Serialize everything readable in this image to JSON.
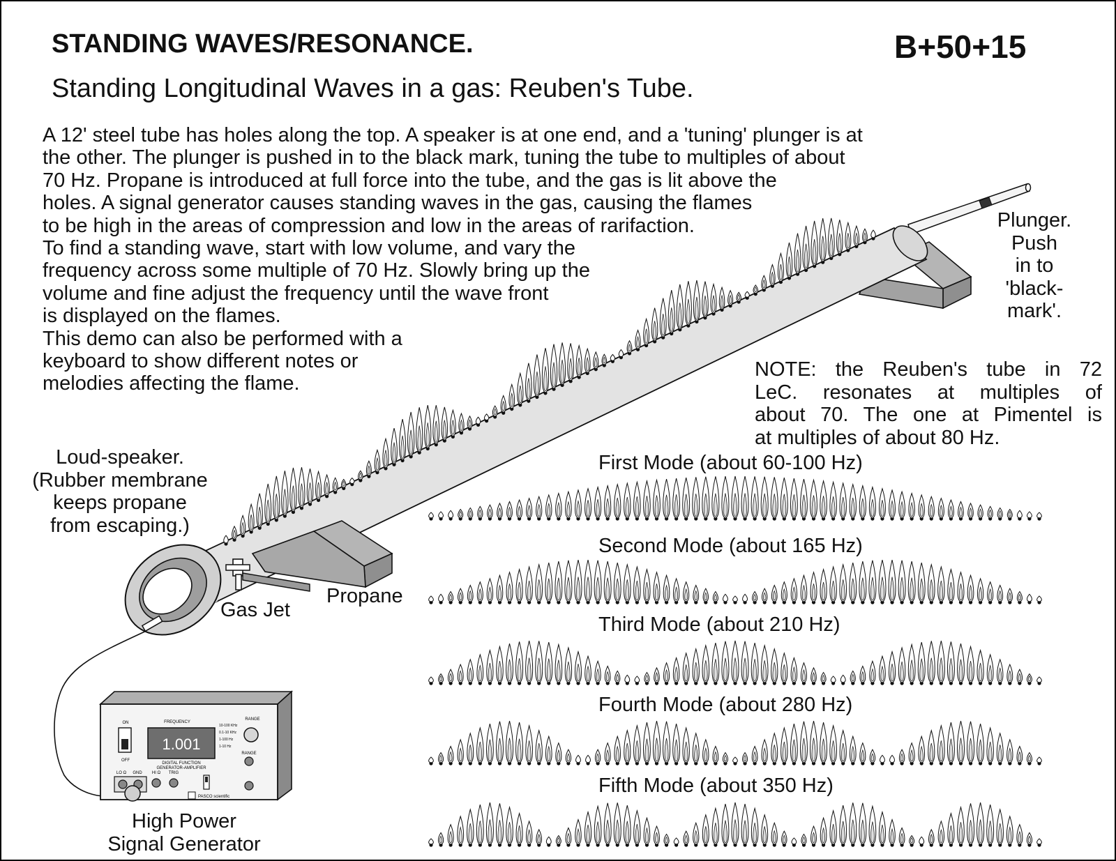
{
  "header": {
    "title": "STANDING WAVES/RESONANCE.",
    "code": "B+50+15",
    "subtitle": "Standing Longitudinal Waves in a gas: Reuben's Tube."
  },
  "description_lines": [
    "A 12' steel tube has holes along the top.  A speaker is at one end, and a 'tuning' plunger is at",
    "the other.  The plunger is pushed in to the black mark, tuning the tube to multiples of about",
    "70 Hz. Propane is introduced at full force into the tube, and the gas is lit above the",
    "holes. A signal generator causes standing waves in the gas, causing the flames",
    "to be high in the areas of compression and low in the areas of rarifaction.",
    "To find a standing  wave, start with low volume, and vary the",
    "frequency across some multiple of 70 Hz. Slowly bring up the",
    "volume and fine adjust the  frequency until the wave front",
    "is displayed on the flames.",
    "This demo can also be performed with a",
    "keyboard to show different notes or",
    "melodies affecting the flame."
  ],
  "note_lines": [
    "NOTE:  the Reuben's tube in 72",
    "LeC. resonates at multiples of",
    "about 70. The one at Pimentel is",
    "at multiples of about 80 Hz."
  ],
  "labels": {
    "speaker": [
      "Loud-speaker.",
      "(Rubber membrane",
      "keeps propane",
      "from escaping.)"
    ],
    "plunger": [
      "Plunger.",
      "Push",
      "in to",
      "'black-",
      "mark'."
    ],
    "gas_jet": "Gas Jet",
    "propane": "Propane",
    "generator": [
      "High Power",
      "Signal Generator"
    ]
  },
  "generator_panel": {
    "display": "1.001",
    "frequency": "FREQUENCY",
    "on": "ON",
    "off": "OFF",
    "range": "RANGE",
    "range_options": [
      "10-100 KHz",
      "0.1-10 KHz",
      "1-100 Hz",
      "1-10 Hz"
    ],
    "model_line1": "DIGITAL FUNCTION",
    "model_line2": "GENERATOR-AMPLIFIER",
    "jacks": [
      "LO Ω",
      "GND",
      "HI Ω",
      "TRIG"
    ],
    "brand": "PASCO scientific"
  },
  "modes": [
    {
      "label": "First Mode (about 60-100 Hz)",
      "n": 1
    },
    {
      "label": "Second Mode (about 165 Hz)",
      "n": 2
    },
    {
      "label": "Third Mode (about 210 Hz)",
      "n": 3
    },
    {
      "label": "Fourth Mode (about 280 Hz)",
      "n": 4
    },
    {
      "label": "Fifth Mode (about 350 Hz)",
      "n": 5
    }
  ],
  "tube_mode": 5,
  "colors": {
    "tube": "#e3e3e3",
    "support": "#b9b9b9",
    "ink": "#111111"
  }
}
